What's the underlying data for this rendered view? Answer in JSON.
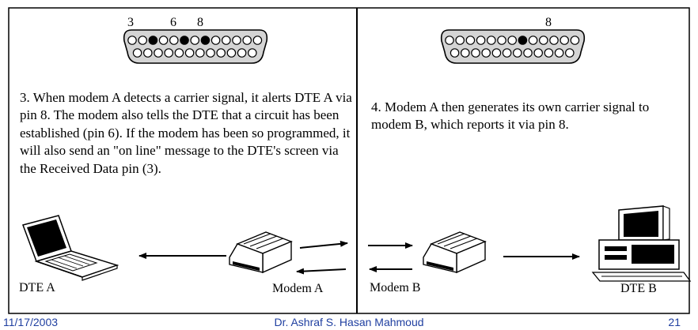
{
  "panel_left": {
    "pin_labels": [
      "3",
      "6",
      "8"
    ],
    "description": "3. When modem A detects a carrier signal, it alerts DTE A via pin 8. The modem also tells the DTE that a circuit has been established (pin 6). If the modem has been so programmed, it will also send an \"on line\" message to the DTE's screen via the Received Data pin (3)."
  },
  "panel_right": {
    "pin_labels": [
      "8"
    ],
    "description": "4. Modem A then generates its own carrier signal to modem B, which reports it via pin 8."
  },
  "devices": {
    "dte_a": "DTE A",
    "modem_a": "Modem A",
    "modem_b": "Modem B",
    "dte_b": "DTE B"
  },
  "footer": {
    "date": "11/17/2003",
    "author": "Dr. Ashraf S. Hasan Mahmoud",
    "page": "21"
  }
}
